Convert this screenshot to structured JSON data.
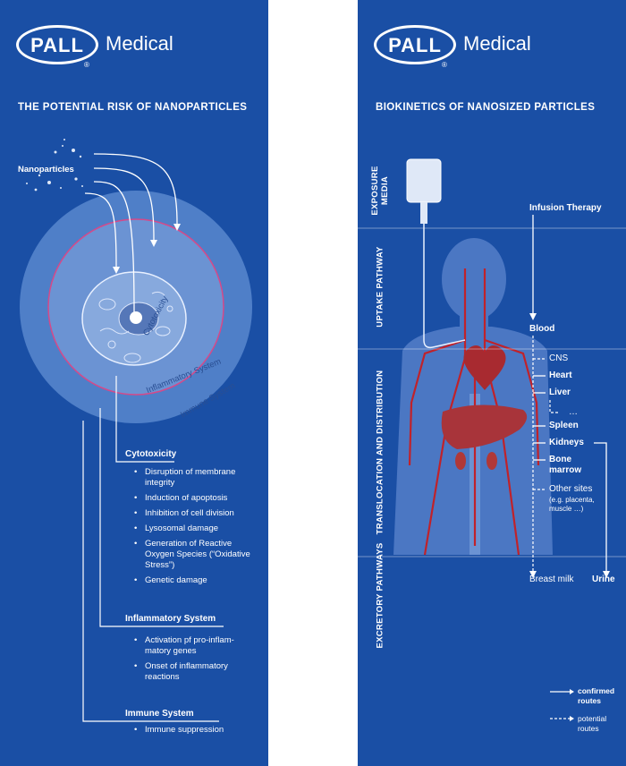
{
  "left": {
    "logo": {
      "brand": "PALL",
      "reg": "®",
      "suffix": "Medical"
    },
    "title": "THE POTENTIAL RISK OF NANOPARTICLES",
    "nanoparticles_label": "Nanoparticles",
    "ring_labels": {
      "cytotoxicity": "Cytotoxicity",
      "inflammatory": "Inflammatory System",
      "immune": "Immune System"
    },
    "sections": [
      {
        "heading": "Cytotoxicity",
        "items": [
          "Disruption of membrane integrity",
          "Induction of apoptosis",
          "Inhibition of cell division",
          "Lysosomal damage",
          "Generation of Reactive Oxygen Species (“Oxidative Stress”)",
          "Genetic damage"
        ]
      },
      {
        "heading": "Inflammatory System",
        "items": [
          "Activation pf pro-inflam-matory genes",
          "Onset of inflammatory reactions"
        ]
      },
      {
        "heading": "Immune System",
        "items": [
          "Immune suppression"
        ]
      }
    ]
  },
  "right": {
    "logo": {
      "brand": "PALL",
      "reg": "®",
      "suffix": "Medical"
    },
    "title": "BIOKINETICS OF NANOSIZED PARTICLES",
    "bands": [
      "EXPOSURE MEDIA",
      "UPTAKE PATHWAY",
      "TRANSLOCATION AND DISTRIBUTION",
      "EXCRETORY PATHWAYS"
    ],
    "infusion": "Infusion Therapy",
    "blood": "Blood",
    "organs": {
      "cns": "CNS",
      "heart": "Heart",
      "liver": "Liver",
      "liver_more": "…",
      "spleen": "Spleen",
      "kidneys": "Kidneys",
      "bone1": "Bone",
      "bone2": "marrow",
      "other": "Other sites",
      "other_sub1": "(e.g. placenta,",
      "other_sub2": "muscle …)"
    },
    "breast_milk": "Breast milk",
    "urine": "Urine",
    "legend": {
      "confirmed1": "confirmed",
      "confirmed2": "routes",
      "potential1": "potential",
      "potential2": "routes"
    }
  },
  "colors": {
    "panel": "#1a4fa5",
    "outer_ring": "#4f7fc8",
    "inner_ring": "#6b93d3",
    "pink_ring": "#d44a8a",
    "vessel_red": "#c0222a",
    "liver": "#a8343a"
  }
}
